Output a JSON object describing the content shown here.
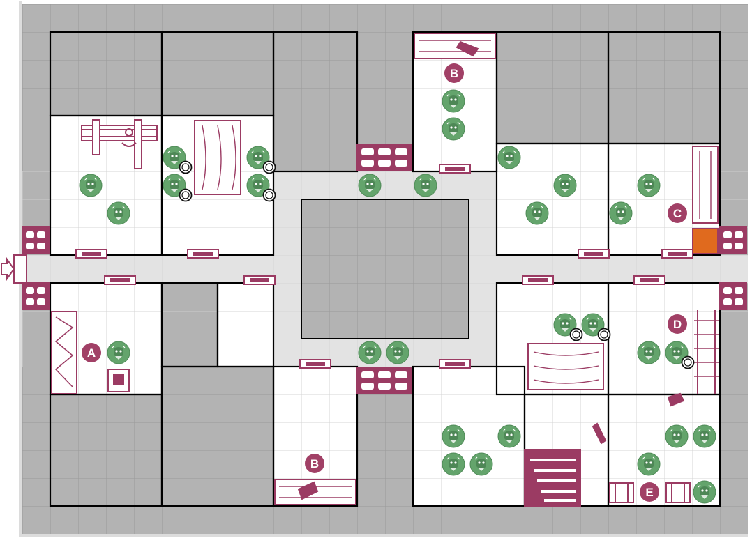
{
  "title": "",
  "colors": {
    "background_tile": "#b3b3b3",
    "corridor": "#e3e3e3",
    "room_floor": "#ffffff",
    "grid_line": "#d0d0d0",
    "wall": "#000000",
    "furniture": "#9b3b63",
    "monster": "#64a46c",
    "marker_fill": "#a14066",
    "marker_text": "#ffffff",
    "trap_tile": "#e06a1e"
  },
  "room_markers": [
    {
      "id": "A",
      "label": "A"
    },
    {
      "id": "B1",
      "label": "B"
    },
    {
      "id": "B2",
      "label": "B"
    },
    {
      "id": "C",
      "label": "C"
    },
    {
      "id": "D",
      "label": "D"
    },
    {
      "id": "E",
      "label": "E"
    }
  ],
  "legend_icons": {
    "monster": "monster-token-icon",
    "door": "door-icon",
    "rubble": "rubble-block-icon",
    "table": "table-icon",
    "bookcase": "bookcase-icon",
    "rack": "torture-rack-icon",
    "weapon_rack": "weapon-rack-icon",
    "chest": "treasure-chest-icon",
    "stairs": "stairs-icon",
    "entrance": "entrance-arrow-icon",
    "trap": "trap-tile-icon",
    "ring": "token-ring-icon"
  }
}
